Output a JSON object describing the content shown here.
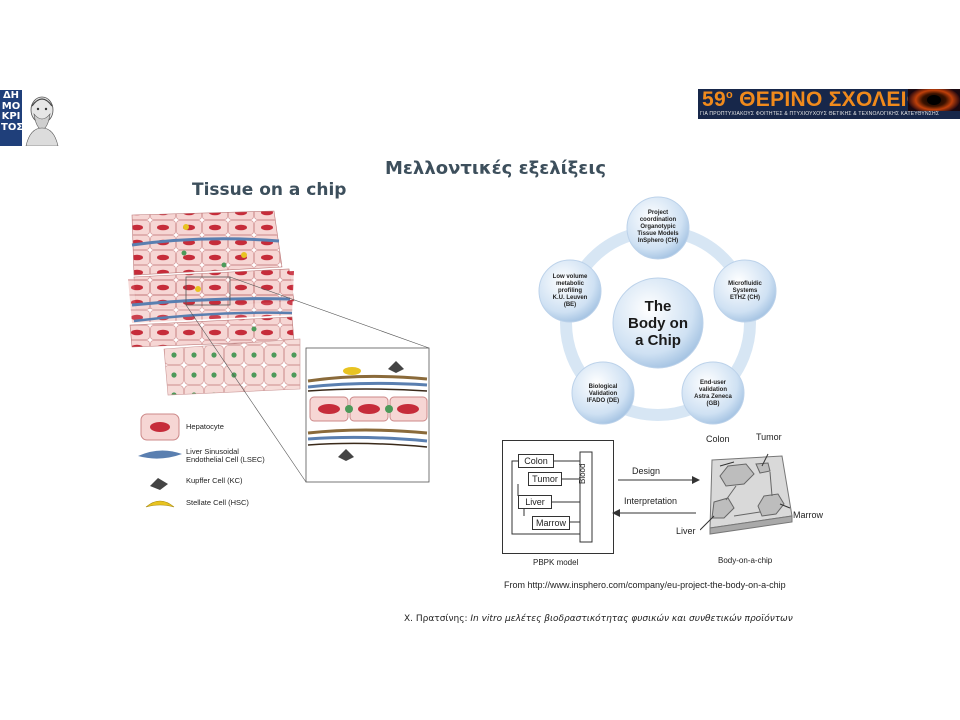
{
  "logo_left": {
    "text": "ΔΗΜΟΚΡΙΤΟΣ"
  },
  "banner": {
    "title_number": "59",
    "title_sup": "ο",
    "title_text": " ΘΕΡΙΝΟ ΣΧΟΛΕΙΟ",
    "subtitle": "ΓΙΑ ΠΡΟΠΤΥΧΙΑΚΟΥΣ ΦΟΙΤΗΤΕΣ & ΠΤΥΧΙΟΥΧΟΥΣ ΘΕΤΙΚΗΣ & ΤΕΧΝΟΛΟΓΙΚΗΣ ΚΑΤΕΥΘΥΝΣΗΣ",
    "colors": {
      "bg": "#17274a",
      "title": "#f08a1c"
    }
  },
  "slide_title": "Μελλοντικές εξελίξεις",
  "tissue_title": "Tissue on a chip",
  "legend": [
    {
      "icon": "hepatocyte-icon",
      "label": "Hepatocyte"
    },
    {
      "icon": "lsec-icon",
      "label_line1": "Liver Sinusoidal",
      "label_line2": "Endothelial Cell (LSEC)"
    },
    {
      "icon": "kupffer-cell-icon",
      "label": "Kupffer Cell (KC)"
    },
    {
      "icon": "stellate-cell-icon",
      "label": "Stellate Cell (HSC)"
    }
  ],
  "body_on_chip": {
    "center": [
      "The",
      "Body on",
      "a Chip"
    ],
    "nodes": [
      {
        "lines": [
          "Project",
          "coordination",
          "Organotypic",
          "Tissue Models",
          "InSphero (CH)"
        ]
      },
      {
        "lines": [
          "Microfluidic",
          "Systems",
          "ETHZ (CH)"
        ]
      },
      {
        "lines": [
          "End-user",
          "validation",
          "Astra Zeneca",
          "(GB)"
        ]
      },
      {
        "lines": [
          "Biological",
          "Validation",
          "IFADO (DE)"
        ]
      },
      {
        "lines": [
          "Low volume",
          "metabolic",
          "profiling",
          "K.U. Leuven",
          "(BE)"
        ]
      }
    ]
  },
  "pbpk": {
    "organs": [
      "Colon",
      "Tumor",
      "Liver",
      "Marrow"
    ],
    "blood": "Blood",
    "caption": "PBPK model",
    "design": "Design",
    "interpretation": "Interpretation"
  },
  "chip": {
    "labels": {
      "colon": "Colon",
      "tumor": "Tumor",
      "marrow": "Marrow",
      "liver": "Liver"
    },
    "caption": "Body-on-a-chip"
  },
  "source": "From http://www.insphero.com/company/eu-project-the-body-on-a-chip",
  "footer": {
    "author": "Χ. Πρατσίνης: ",
    "italic": "In vitro",
    "rest": " μελέτες βιοδραστικότητας φυσικών και συνθετικών προϊόντων"
  }
}
